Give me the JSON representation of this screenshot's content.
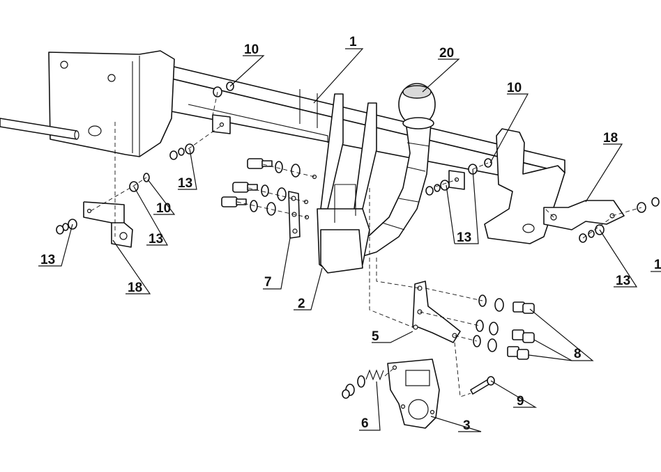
{
  "callouts": {
    "c1": "1",
    "c2": "2",
    "c3": "3",
    "c5": "5",
    "c6": "6",
    "c7": "7",
    "c8": "8",
    "c9": "9",
    "c10a": "10",
    "c10b": "10",
    "c10c": "10",
    "c13a": "13",
    "c13b": "13",
    "c13c": "13",
    "c13d": "13",
    "c13e": "13",
    "c13f": "1",
    "c18a": "18",
    "c18b": "18",
    "c20": "20"
  }
}
